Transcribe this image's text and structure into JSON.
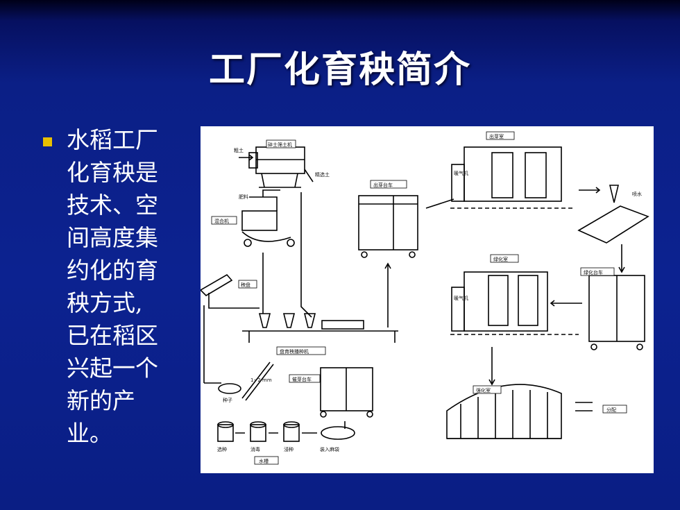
{
  "slide": {
    "title": "工厂化育秧简介",
    "bullet_text": "水稻工厂化育秧是技术、空间高度集约化的育秧方式,已在稻区兴起一个新的产业。",
    "colors": {
      "background": "#0c2290",
      "bullet": "#e8c000",
      "text": "#ffffff"
    }
  },
  "diagram": {
    "labels": {
      "crusher": "碎土筛土机",
      "coarse_soil": "粗土",
      "fine_soil": "精选土",
      "fertilizer": "肥料",
      "mixer": "混合机",
      "tray": "秧盘",
      "seeder": "盘育秧播种机",
      "sprout_cart_top": "出芽台车",
      "sprout_room": "出芽室",
      "sprout_ventilator": "暖气机",
      "spray": "喷水",
      "green_room": "绿化室",
      "green_ventilator": "暖气机",
      "green_cart": "绿化台车",
      "hardening_room": "强化室",
      "distribute": "分配",
      "seed_cart": "催芽台车",
      "seed": "种子",
      "spacing": "1~2 mm",
      "select": "选种",
      "disinfect": "消毒",
      "soak": "浸种",
      "bag": "装入麻袋",
      "water_tank": "水槽"
    }
  }
}
